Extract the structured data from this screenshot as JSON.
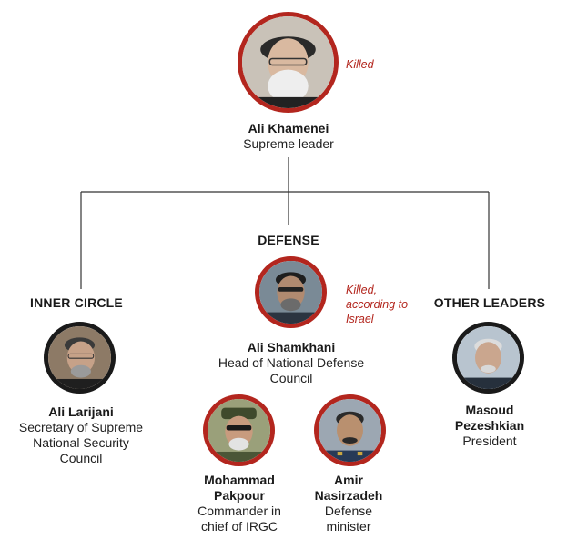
{
  "sections": {
    "defense": "DEFENSE",
    "inner_circle": "INNER CIRCLE",
    "other_leaders": "OTHER LEADERS"
  },
  "people": {
    "khamenei": {
      "name": "Ali Khamenei",
      "role": "Supreme leader",
      "status": "Killed"
    },
    "shamkhani": {
      "name": "Ali Shamkhani",
      "role": "Head of National Defense Council",
      "status": "Killed, according to Israel"
    },
    "larijani": {
      "name": "Ali Larijani",
      "role": "Secretary of Supreme National Security Council"
    },
    "pezeshkian": {
      "name": "Masoud Pezeshkian",
      "role": "President"
    },
    "pakpour": {
      "name": "Mohammad Pakpour",
      "role": "Commander in chief of IRGC"
    },
    "nasirzadeh": {
      "name": "Amir Nasirzadeh",
      "role": "Defense minister"
    }
  },
  "colors": {
    "killed_ring": "#b3261e",
    "alive_ring": "#1a1a1a",
    "killed_text": "#b3261e"
  }
}
